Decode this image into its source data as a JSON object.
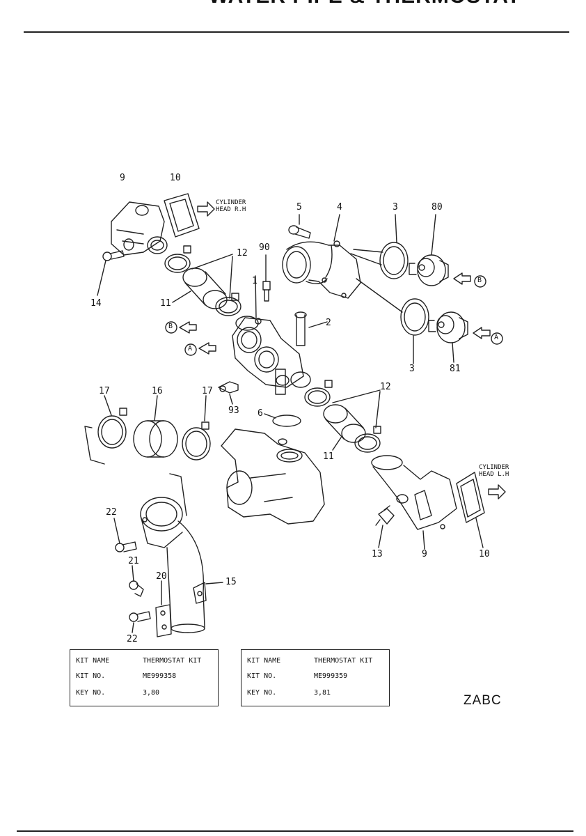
{
  "header": {
    "title": "WATER PIPE & THERMOSTAT"
  },
  "callouts": [
    {
      "id": "c9a",
      "text": "9"
    },
    {
      "id": "c10a",
      "text": "10"
    },
    {
      "id": "c5",
      "text": "5"
    },
    {
      "id": "c4",
      "text": "4"
    },
    {
      "id": "c3a",
      "text": "3"
    },
    {
      "id": "c80",
      "text": "80"
    },
    {
      "id": "c12a",
      "text": "12"
    },
    {
      "id": "c90",
      "text": "90"
    },
    {
      "id": "c14",
      "text": "14"
    },
    {
      "id": "c11a",
      "text": "11"
    },
    {
      "id": "c1",
      "text": "1"
    },
    {
      "id": "c2",
      "text": "2"
    },
    {
      "id": "c3b",
      "text": "3"
    },
    {
      "id": "c81",
      "text": "81"
    },
    {
      "id": "c17a",
      "text": "17"
    },
    {
      "id": "c16",
      "text": "16"
    },
    {
      "id": "c17b",
      "text": "17"
    },
    {
      "id": "c93",
      "text": "93"
    },
    {
      "id": "c6",
      "text": "6"
    },
    {
      "id": "c12b",
      "text": "12"
    },
    {
      "id": "c11b",
      "text": "11"
    },
    {
      "id": "c22a",
      "text": "22"
    },
    {
      "id": "c21",
      "text": "21"
    },
    {
      "id": "c20",
      "text": "20"
    },
    {
      "id": "c15",
      "text": "15"
    },
    {
      "id": "c22b",
      "text": "22"
    },
    {
      "id": "c13",
      "text": "13"
    },
    {
      "id": "c9b",
      "text": "9"
    },
    {
      "id": "c10b",
      "text": "10"
    }
  ],
  "notes": {
    "rh": {
      "line1": "CYLINDER",
      "line2": "HEAD R.H"
    },
    "lh": {
      "line1": "CYLINDER",
      "line2": "HEAD L.H"
    }
  },
  "arrows": {
    "a": "A",
    "b": "B"
  },
  "kits": [
    {
      "name_label": "KIT  NAME",
      "name_value": "THERMOSTAT KIT",
      "no_label": "KIT  NO.",
      "no_value": "ME999358",
      "key_label": "KEY  NO.",
      "key_value": "3,80"
    },
    {
      "name_label": "KIT  NAME",
      "name_value": "THERMOSTAT KIT",
      "no_label": "KIT  NO.",
      "no_value": "ME999359",
      "key_label": "KEY  NO.",
      "key_value": "3,81"
    }
  ],
  "drawing_code": "ZABC"
}
